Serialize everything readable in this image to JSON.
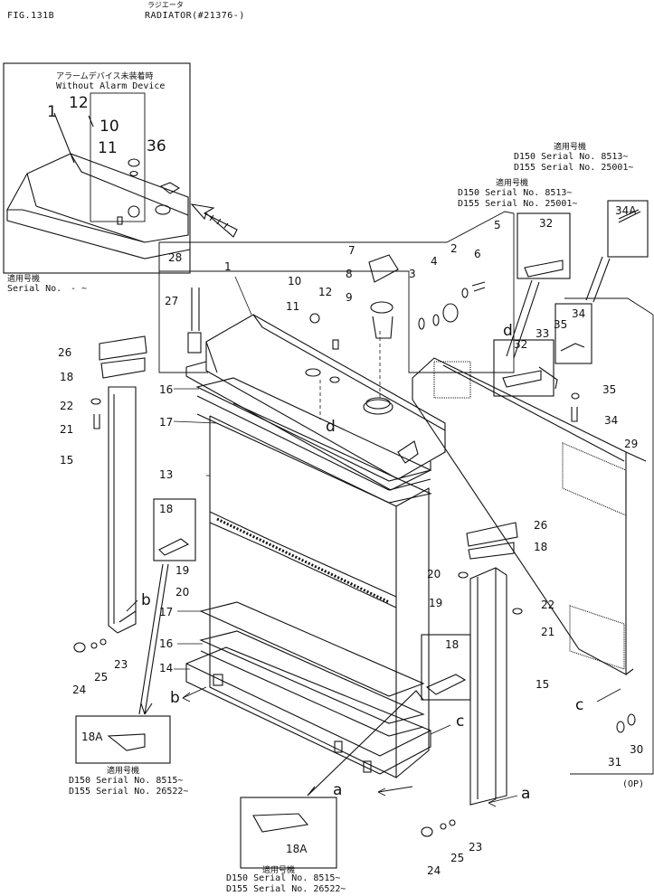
{
  "header": {
    "fig": "FIG.131B",
    "title_kana": "ラジエータ",
    "title": "RADIATOR(#21376-)"
  },
  "inset": {
    "kana": "アラームデバイス未装着時",
    "caption": "Without Alarm Device",
    "applicable_kana": "適用号機",
    "serial_label": "Serial No.",
    "serial_value": "- ~",
    "callouts": [
      "1",
      "12",
      "10",
      "11",
      "36"
    ]
  },
  "serial_notes": {
    "applicable_kana": "適用号機",
    "top_right": [
      "D150 Serial No. 8513~",
      "D155 Serial No. 25001~"
    ],
    "mid_right": [
      "D150 Serial No. 8513~",
      "D155 Serial No. 25001~"
    ],
    "left_18a": [
      "D150 Serial No. 8515~",
      "D155 Serial No. 26522~"
    ],
    "bottom_18a": [
      "D150 Serial No. 8515~",
      "D155 Serial No. 26522~"
    ]
  },
  "callouts": {
    "c1": "1",
    "c2": "2",
    "c3": "3",
    "c4": "4",
    "c5": "5",
    "c7": "7",
    "c8": "8",
    "c9": "9",
    "c10": "10",
    "c11": "11",
    "c12": "12",
    "c13": "13",
    "c14": "14",
    "c15a": "15",
    "c15b": "15",
    "c16a": "16",
    "c16b": "16",
    "c17a": "17",
    "c17b": "17",
    "c18a": "18",
    "c18b": "18",
    "c18c": "18",
    "c18d": "18",
    "c18A1": "18A",
    "c18A2": "18A",
    "c19a": "19",
    "c19b": "19",
    "c20a": "20",
    "c20b": "20",
    "c21a": "21",
    "c21b": "21",
    "c22a": "22",
    "c22b": "22",
    "c23a": "23",
    "c23b": "23",
    "c24a": "24",
    "c24b": "24",
    "c25a": "25",
    "c25b": "25",
    "c26a": "26",
    "c26b": "26",
    "c27": "27",
    "c28": "28",
    "c29": "29",
    "c30": "30",
    "c31": "31",
    "c32a": "32",
    "c32b": "32",
    "c33": "33",
    "c34a": "34",
    "c34b": "34",
    "c34A": "34A",
    "c35a": "35",
    "c35b": "35"
  },
  "ref_letters": {
    "a1": "a",
    "a2": "a",
    "b1": "b",
    "b2": "b",
    "c1": "c",
    "c2": "c",
    "d1": "d",
    "d2": "d"
  },
  "footer": {
    "code": "(OP)"
  }
}
